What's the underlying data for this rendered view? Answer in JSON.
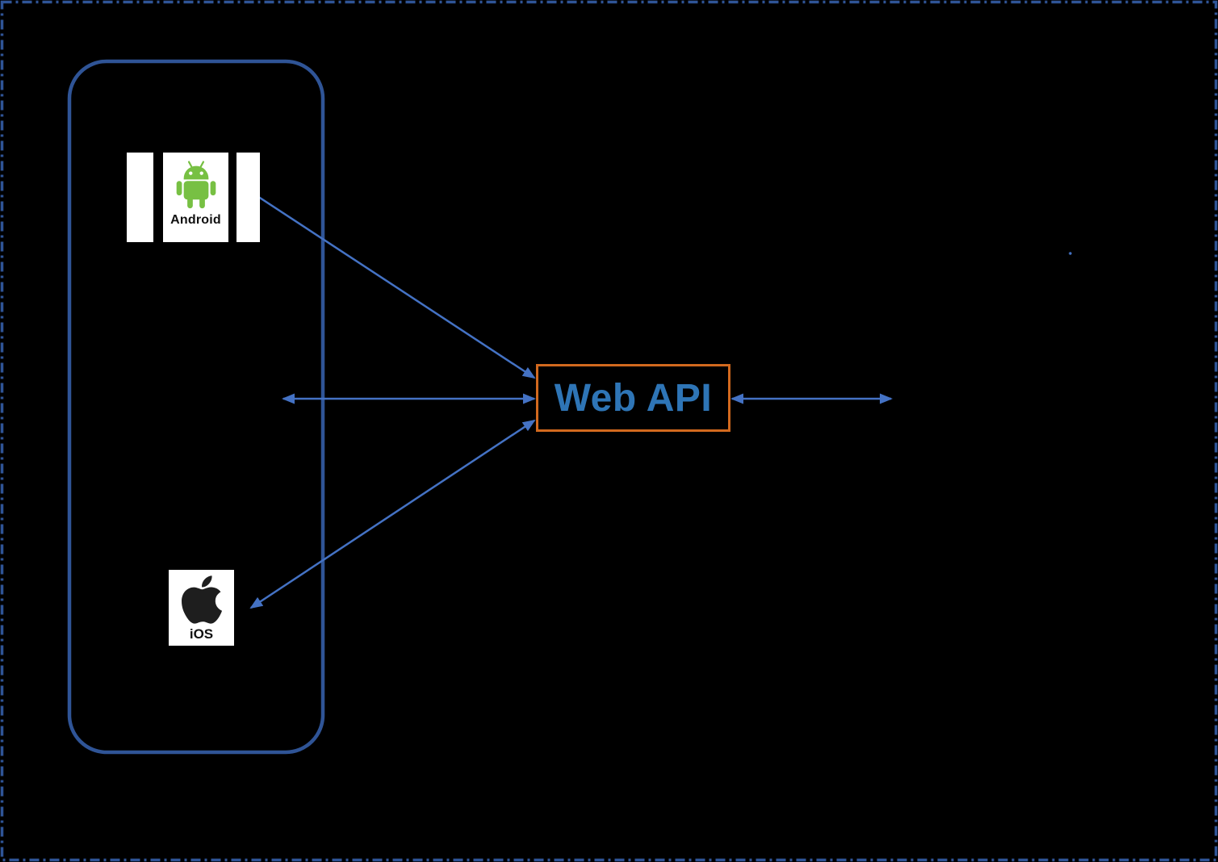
{
  "diagram": {
    "type": "architecture-diagram",
    "nodes": {
      "mobile_group": {
        "shape": "rounded-rectangle",
        "label": ""
      },
      "android": {
        "label": "Android",
        "icon": "android-robot-icon"
      },
      "ios": {
        "label": "iOS",
        "icon": "apple-icon"
      },
      "web_api": {
        "label": "Web API"
      }
    },
    "edges": [
      {
        "from": "android",
        "to": "web_api",
        "bidirectional": true
      },
      {
        "from": "mobile_group",
        "to": "web_api",
        "bidirectional": true
      },
      {
        "from": "ios",
        "to": "web_api",
        "bidirectional": true
      },
      {
        "from": "web_api",
        "to": "right-offscreen",
        "bidirectional": true
      }
    ],
    "colors": {
      "background": "#000000",
      "panel_border_blue": "#2F5496",
      "arrow_blue": "#4472C4",
      "webapi_border_orange": "#D2691E",
      "webapi_text_blue": "#2E75B6",
      "android_green": "#77C043",
      "icon_bg_white": "#FFFFFF",
      "icon_label_black": "#111111"
    }
  }
}
